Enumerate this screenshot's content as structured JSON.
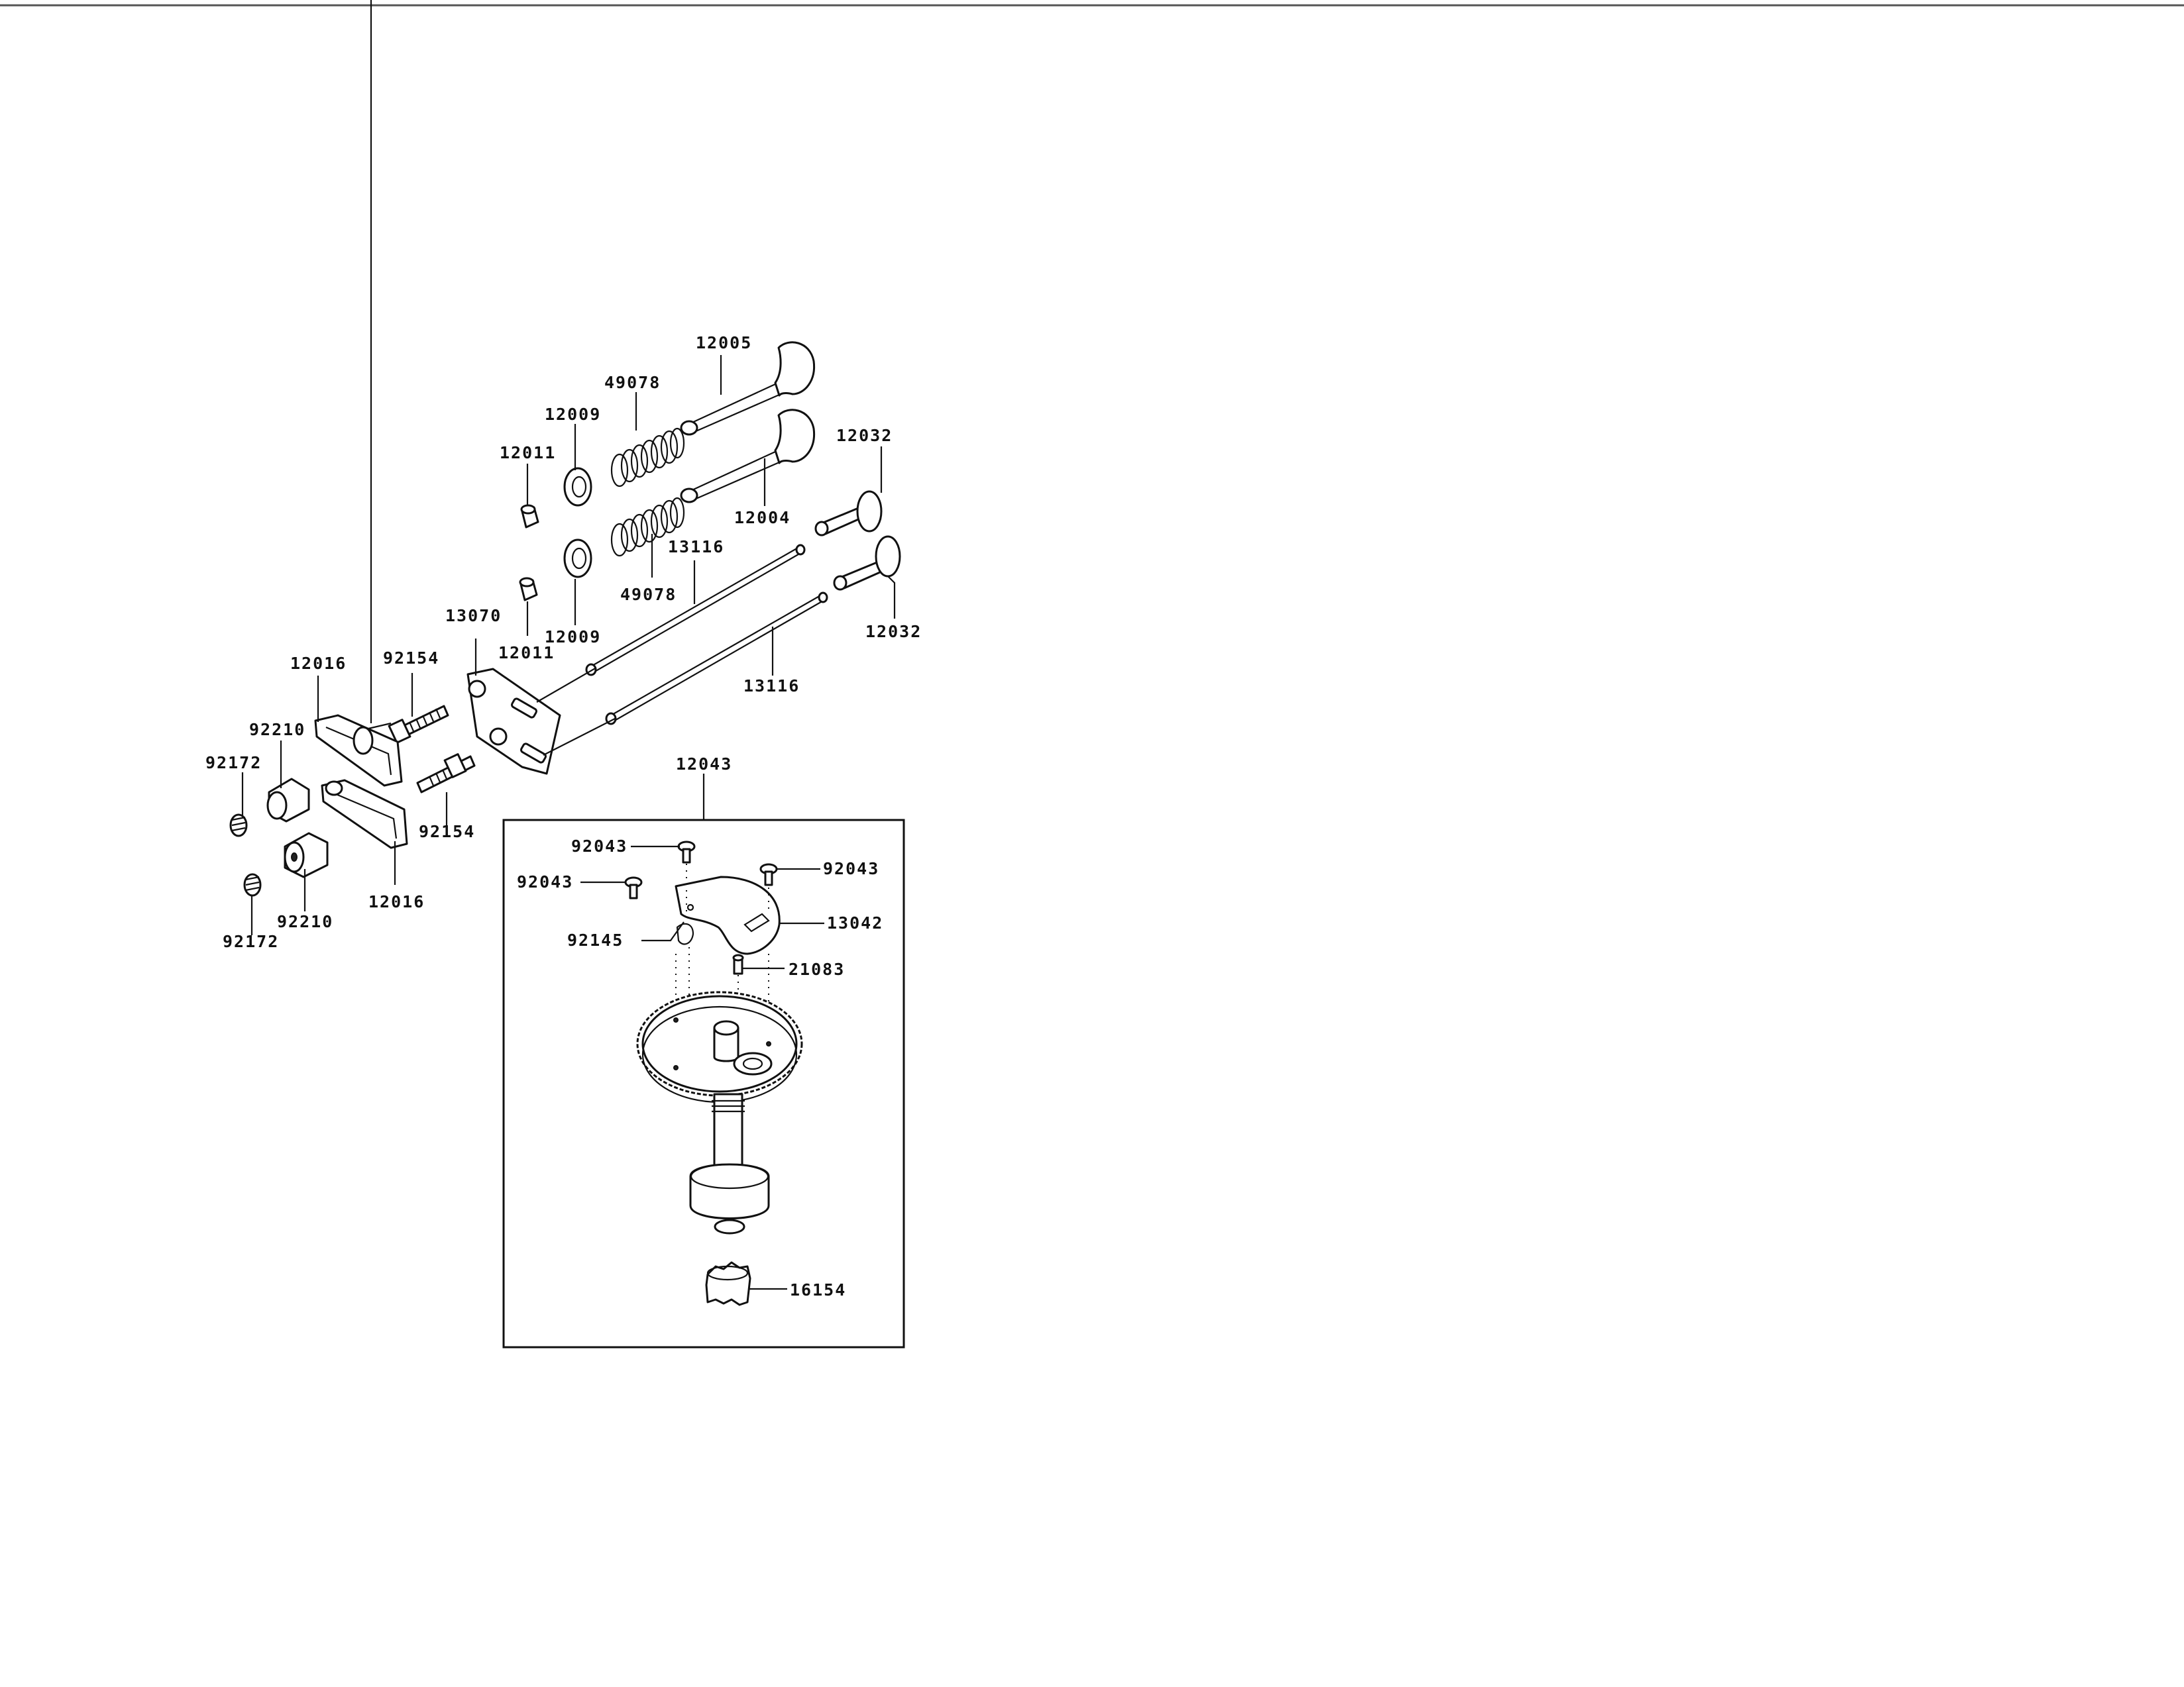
{
  "diagram": {
    "labels": {
      "p12005": "12005",
      "p49078_top": "49078",
      "p12009_top": "12009",
      "p12011_top": "12011",
      "p12032_top": "12032",
      "p12004": "12004",
      "p13116_top": "13116",
      "p49078_bot": "49078",
      "p12009_bot": "12009",
      "p12011_bot": "12011",
      "p12032_bot": "12032",
      "p13070": "13070",
      "p12016_top": "12016",
      "p92154_top": "92154",
      "p13116_bot": "13116",
      "p92210_top": "92210",
      "p92172_top": "92172",
      "p92154_bot": "92154",
      "p12016_bot": "12016",
      "p92210_bot": "92210",
      "p92172_bot": "92172",
      "p12043": "12043",
      "p92043_a": "92043",
      "p92043_b": "92043",
      "p92043_c": "92043",
      "p13042": "13042",
      "p92145": "92145",
      "p21083": "21083",
      "p16154": "16154"
    }
  }
}
